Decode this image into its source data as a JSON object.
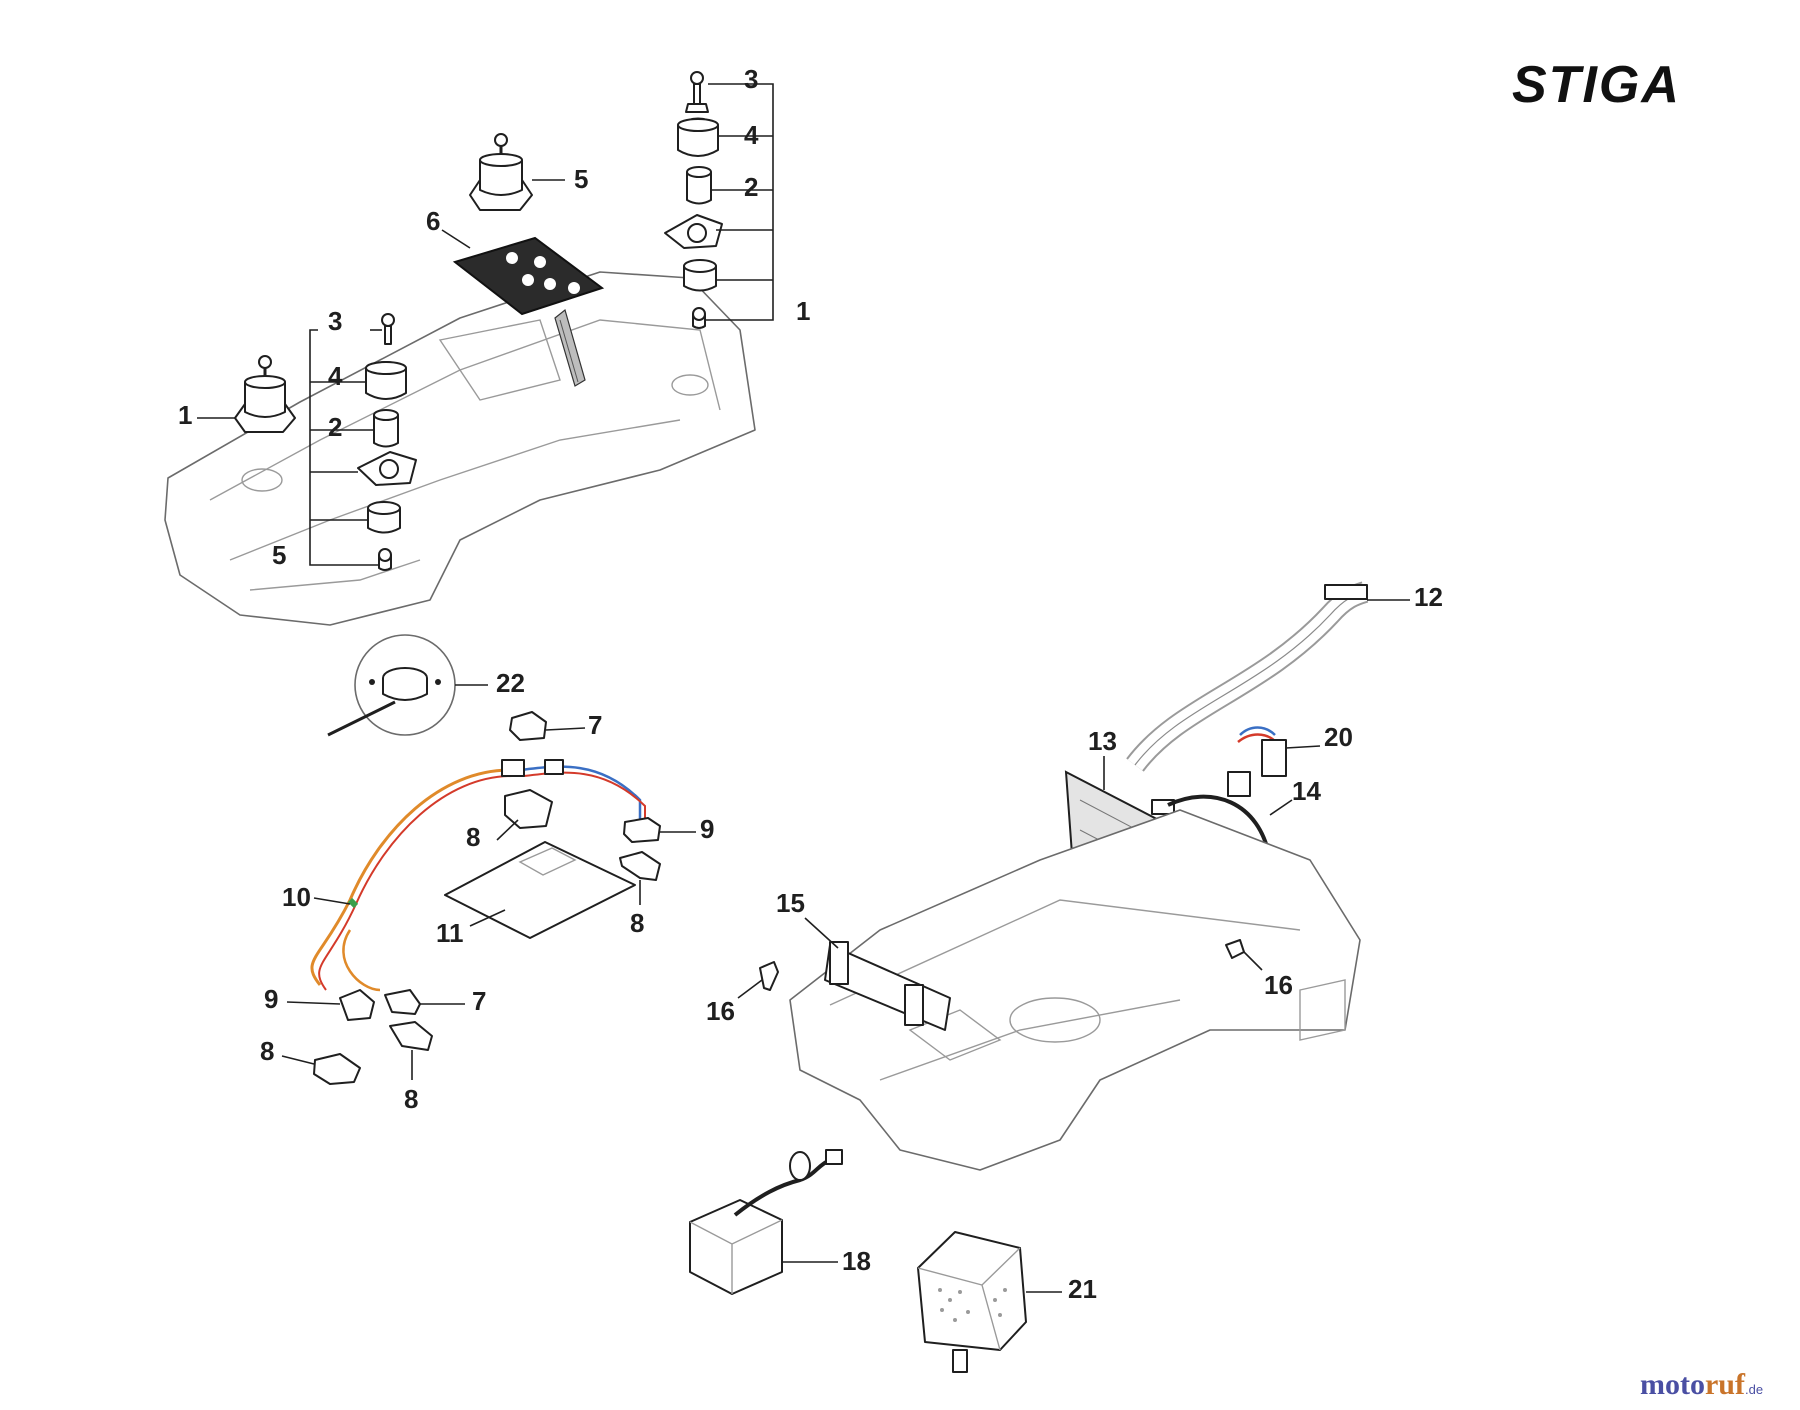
{
  "brand": {
    "logo_text": "STIGA"
  },
  "watermark": {
    "part1": "moto",
    "part2": "ruf",
    "suffix": ".de"
  },
  "callouts": {
    "c1_top": "3",
    "c2_top": "4",
    "c3_top": "2",
    "c4_top": "1",
    "c5_head": "5",
    "c6": "6",
    "c7_left3": "3",
    "c8_left4": "4",
    "c9_left2": "2",
    "c10_left5": "5",
    "c11_left1": "1",
    "c12": "12",
    "c13": "13",
    "c14": "14",
    "c15": "15",
    "c16a": "16",
    "c16b": "16",
    "c18": "18",
    "c20": "20",
    "c21": "21",
    "c22": "22",
    "c7a": "7",
    "c7b": "7",
    "c8a": "8",
    "c8b": "8",
    "c8c": "8",
    "c8d": "8",
    "c9a": "9",
    "c9b": "9",
    "c10": "10",
    "c11": "11"
  },
  "colors": {
    "ink": "#1f1f1f",
    "wire_orange": "#e08a2a",
    "wire_red": "#d43a2a",
    "wire_blue": "#3a6fc4",
    "wire_green": "#3aa04a",
    "keypad": "#2b2b2b"
  }
}
